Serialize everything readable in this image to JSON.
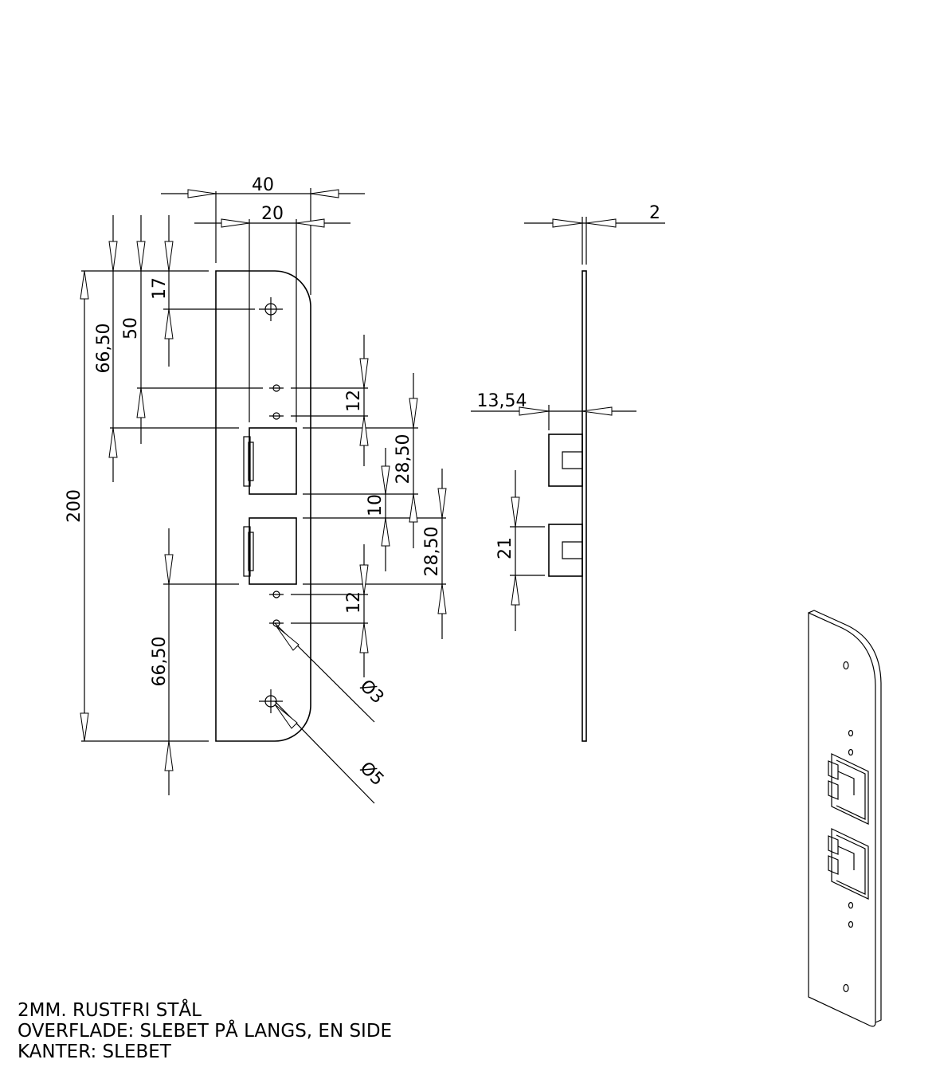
{
  "front_view": {
    "dim_total_width": "40",
    "dim_inner_width": "20",
    "dim_top_hole": "17",
    "dim_to_second_hole": "50",
    "dim_to_opening_top": "66,50",
    "dim_overall_length": "200",
    "dim_bottom_to_opening": "66,50",
    "dim_small_holes_top": "12",
    "dim_small_holes_bottom": "12",
    "dim_opening_upper": "28,50",
    "dim_opening_gap": "10",
    "dim_opening_lower": "28,50",
    "dim_hole_small_dia": "Ø3",
    "dim_hole_large_dia": "Ø5"
  },
  "side_view": {
    "dim_thickness": "2",
    "dim_pocket_depth": "13,54",
    "dim_pocket_height": "21"
  },
  "notes": [
    "2MM. RUSTFRI STÅL",
    "OVERFLADE: SLEBET PÅ LANGS, EN SIDE",
    "KANTER: SLEBET"
  ]
}
